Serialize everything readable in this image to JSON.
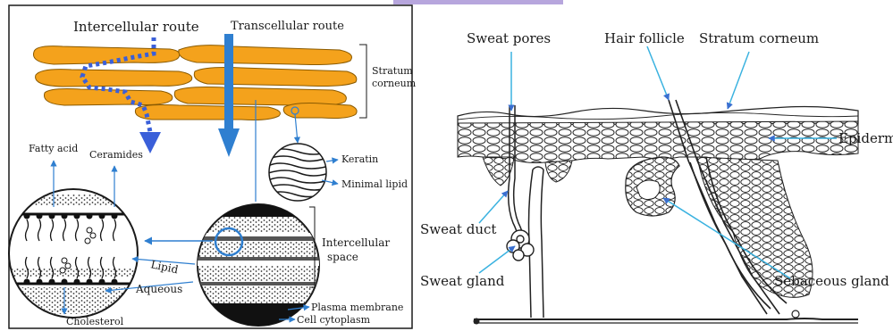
{
  "left_panel": {
    "title_intercellular": "Intercellular route",
    "title_transcellular": "Transcellular route",
    "stratum_corneum_line1": "Stratum",
    "stratum_corneum_line2": "corneum",
    "keratin": "Keratin",
    "minimal_lipid": "Minimal lipid",
    "fatty_acid": "Fatty acid",
    "ceramides": "Ceramides",
    "intercellular_space_line1": "Intercellular",
    "intercellular_space_line2": "space",
    "lipid": "Lipid",
    "aqueous": "Aqueous",
    "plasma_membrane": "Plasma membrane",
    "cell_cytoplasm": "Cell cytoplasm",
    "cholesterol": "Cholesterol"
  },
  "right_panel": {
    "sweat_pores": "Sweat pores",
    "hair_follicle": "Hair follicle",
    "stratum_corneum": "Stratum corneum",
    "epidermis": "Epidermis",
    "sweat_duct": "Sweat duct",
    "sweat_gland": "Sweat gland",
    "sebaceous_gland": "Sebaceous gland"
  },
  "colors": {
    "corneocyte": "#f4a21c",
    "arrow_blue": "#2f7fd0",
    "route_blue": "#3a5fd9",
    "outline": "#1a1a1a",
    "accent_bar": "#b7a6dd"
  }
}
